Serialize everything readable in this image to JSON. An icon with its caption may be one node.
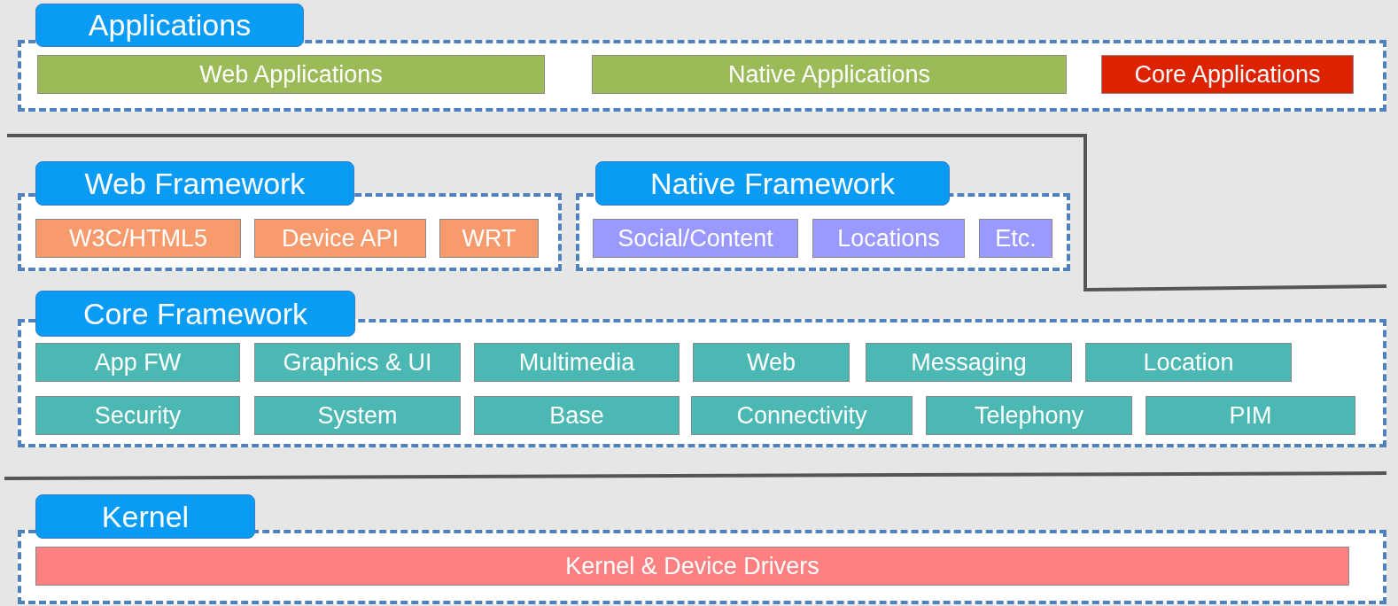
{
  "diagram": {
    "nodes": [
      {
        "text": [
          "Applications"
        ]
      },
      {
        "text": [
          "Web Applications"
        ],
        "in": 0
      },
      {
        "text": [
          "Native Applications"
        ],
        "in": 0
      },
      {
        "text": [
          "Core Applications"
        ],
        "in": 0
      },
      {
        "text": [
          "Web Framework"
        ]
      },
      {
        "text": [
          "W3C/HTML5"
        ],
        "in": 4
      },
      {
        "text": [
          "Device API"
        ],
        "in": 4
      },
      {
        "text": [
          "WRT"
        ],
        "in": 4
      },
      {
        "text": [
          "Native Framework"
        ]
      },
      {
        "text": [
          "Social/Content"
        ],
        "in": 8
      },
      {
        "text": [
          "Locations"
        ],
        "in": 8
      },
      {
        "text": [
          "Etc."
        ],
        "in": 8
      },
      {
        "text": [
          "Core Framework"
        ]
      },
      {
        "text": [
          "App FW"
        ],
        "in": 12
      },
      {
        "text": [
          "Graphics & UI"
        ],
        "in": 12
      },
      {
        "text": [
          "Multimedia"
        ],
        "in": 12
      },
      {
        "text": [
          "Web"
        ],
        "in": 12
      },
      {
        "text": [
          "Messaging"
        ],
        "in": 12
      },
      {
        "text": [
          "Location"
        ],
        "in": 12
      },
      {
        "text": [
          "Security"
        ],
        "in": 12
      },
      {
        "text": [
          "System"
        ],
        "in": 12
      },
      {
        "text": [
          "Base"
        ],
        "in": 12
      },
      {
        "text": [
          "Connectivity"
        ],
        "in": 12
      },
      {
        "text": [
          "Telephony"
        ],
        "in": 12
      },
      {
        "text": [
          "PIM"
        ],
        "in": 12
      },
      {
        "text": [
          "Kernel"
        ]
      },
      {
        "text": [
          "Kernel & Device Drivers"
        ],
        "in": 25
      }
    ]
  }
}
